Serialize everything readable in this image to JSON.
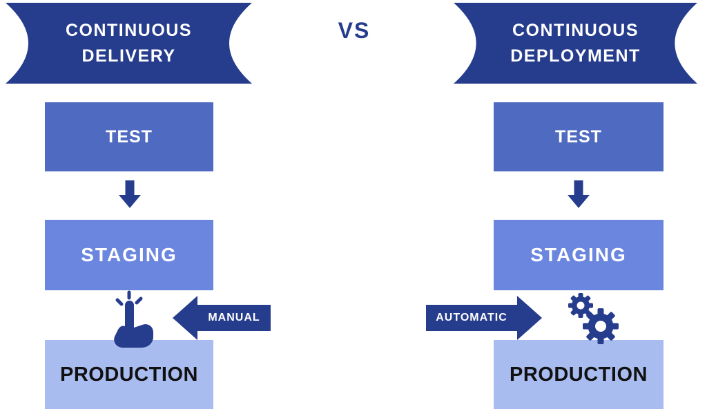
{
  "vs_label": "VS",
  "colors": {
    "navy": "#263c8d",
    "test-blue": "#4f6ac1",
    "staging-blue": "#6b86de",
    "production-blue": "#a9bcf0",
    "text-light": "#ffffff",
    "text-dark": "#111111"
  },
  "left": {
    "banner": {
      "line1": "CONTINUOUS",
      "line2": "DELIVERY"
    },
    "stages": [
      "TEST",
      "STAGING",
      "PRODUCTION"
    ],
    "trigger": {
      "label": "MANUAL",
      "icon": "hand-click-icon"
    }
  },
  "right": {
    "banner": {
      "line1": "CONTINUOUS",
      "line2": "DEPLOYMENT"
    },
    "stages": [
      "TEST",
      "STAGING",
      "PRODUCTION"
    ],
    "trigger": {
      "label": "AUTOMATIC",
      "icon": "gears-icon"
    }
  }
}
